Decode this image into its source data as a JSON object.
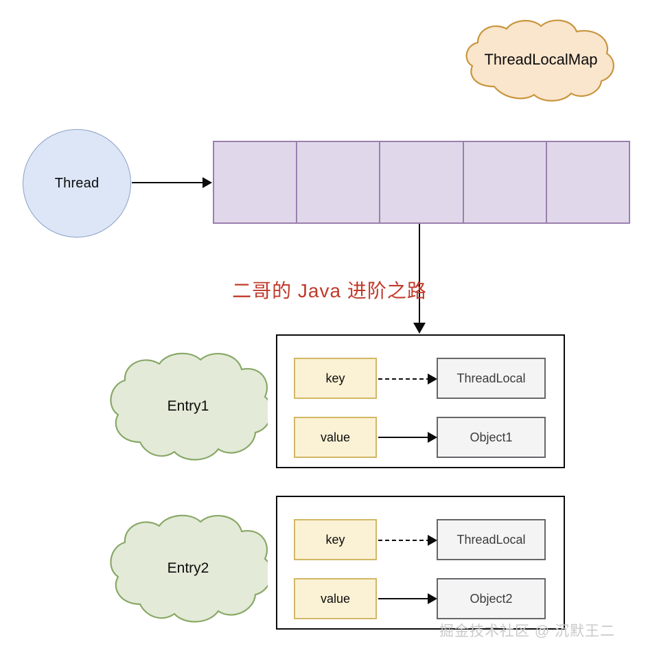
{
  "diagram": {
    "title": "ThreadLocalMap structure diagram",
    "thread": {
      "label": "Thread"
    },
    "threadlocalmap_cloud": {
      "label": "ThreadLocalMap"
    },
    "array": {
      "cell_count": 5,
      "cells": [
        "",
        "",
        "",
        "",
        ""
      ]
    },
    "entries": [
      {
        "cloud_label": "Entry1",
        "key_label": "key",
        "value_label": "value",
        "key_target": "ThreadLocal",
        "value_target": "Object1",
        "key_link_style": "dashed",
        "value_link_style": "solid"
      },
      {
        "cloud_label": "Entry2",
        "key_label": "key",
        "value_label": "value",
        "key_target": "ThreadLocal",
        "value_target": "Object2",
        "key_link_style": "dashed",
        "value_link_style": "solid"
      }
    ],
    "watermarks": {
      "center": "二哥的 Java 进阶之路",
      "bottom": "掘金技术社区 @ 沉默王二"
    },
    "colors": {
      "thread_fill": "#dce6f6",
      "thread_stroke": "#8aa0c8",
      "array_fill": "#e0d8ea",
      "array_stroke": "#9a7fae",
      "cloud_orange_fill": "#fae5cd",
      "cloud_orange_stroke": "#c8953c",
      "cloud_green_fill": "#e3ead8",
      "cloud_green_stroke": "#88a866",
      "kv_fill": "#fbf2d5",
      "kv_stroke": "#d3b765",
      "ref_fill": "#f4f4f4",
      "ref_stroke": "#66666a",
      "line": "#0b0b0b",
      "watermark_center": "#c0392b",
      "watermark_bottom": "#c9c9c9"
    }
  }
}
